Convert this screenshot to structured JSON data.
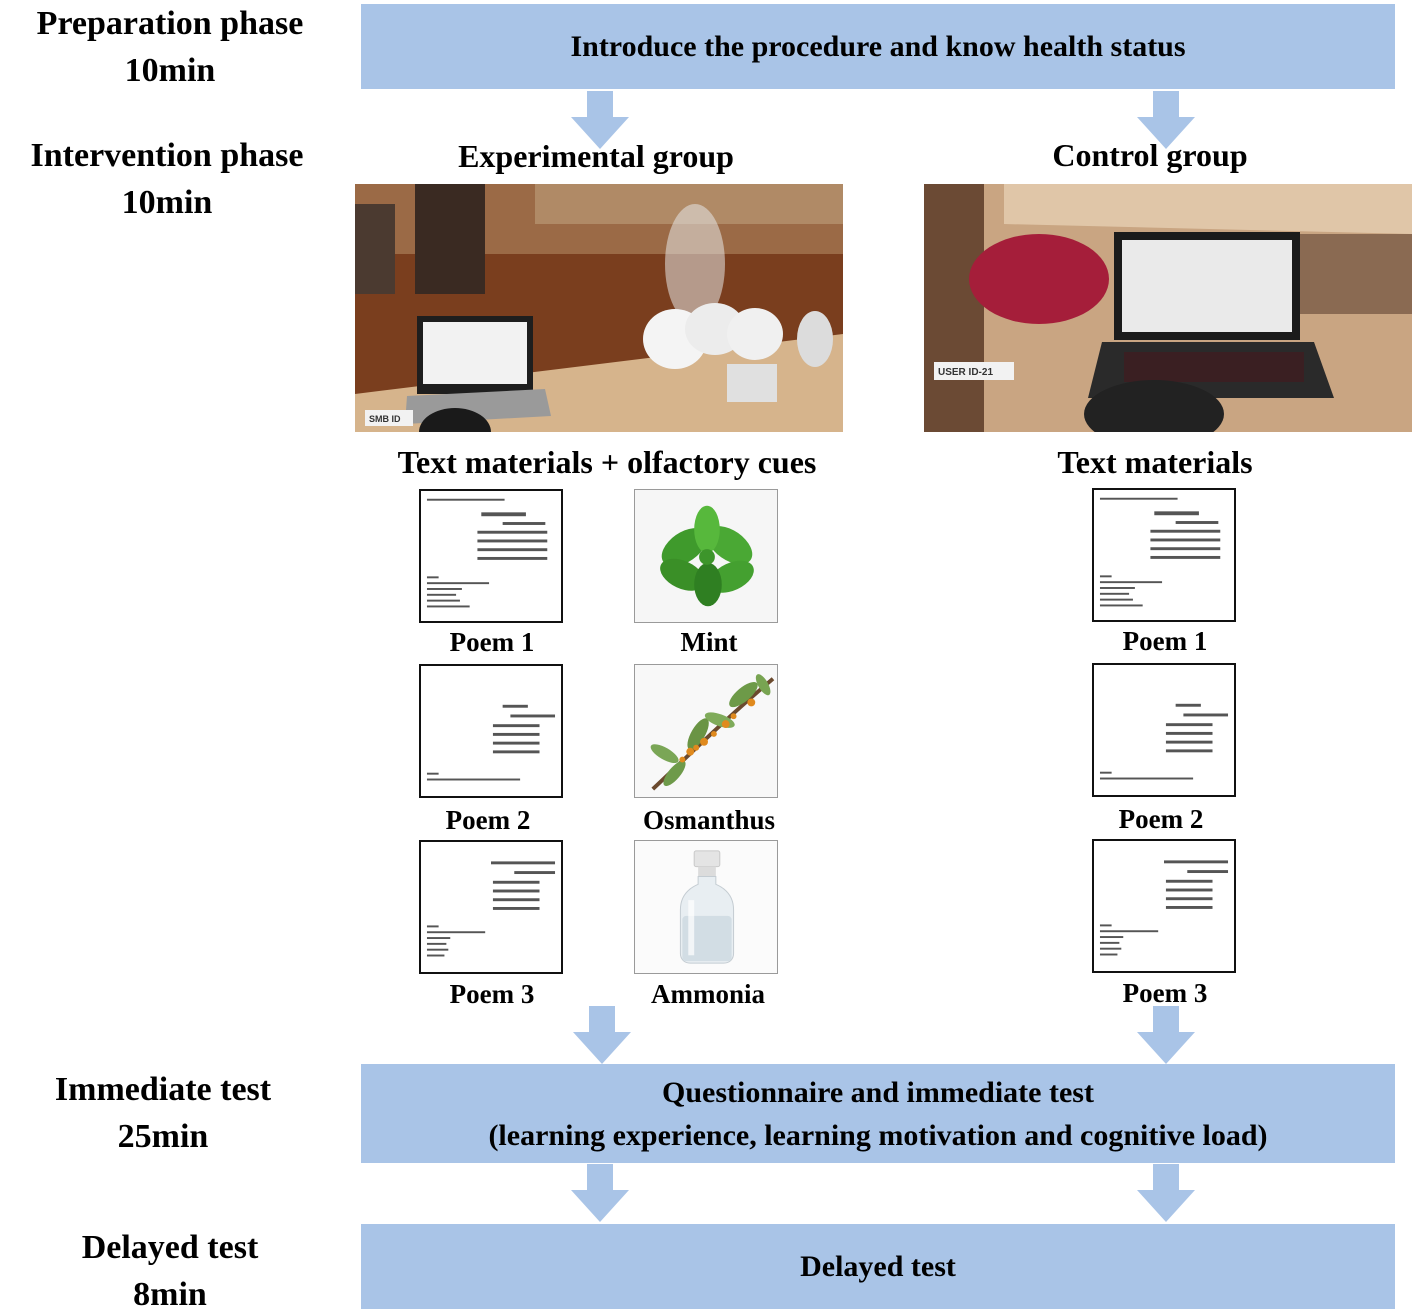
{
  "phases": {
    "preparation": {
      "name": "Preparation phase",
      "duration": "10min"
    },
    "intervention": {
      "name": "Intervention phase",
      "duration": "10min"
    },
    "immediate": {
      "name": "Immediate test",
      "duration": "25min"
    },
    "delayed": {
      "name": "Delayed test",
      "duration": "8min"
    }
  },
  "boxes": {
    "preparation": "Introduce the procedure and know health status",
    "immediate_line1": "Questionnaire and immediate test",
    "immediate_line2": "(learning experience, learning motivation and cognitive load)",
    "delayed": "Delayed test"
  },
  "groups": {
    "experimental": {
      "title": "Experimental group",
      "materials": "Text materials + olfactory cues",
      "poems": [
        "Poem 1",
        "Poem 2",
        "Poem 3"
      ],
      "scents": [
        "Mint",
        "Osmanthus",
        "Ammonia"
      ]
    },
    "control": {
      "title": "Control group",
      "materials": "Text materials",
      "poems": [
        "Poem 1",
        "Poem 2",
        "Poem 3"
      ]
    }
  },
  "photo_labels": {
    "experimental": "SMB ID",
    "control": "USER ID-21"
  },
  "colors": {
    "box_fill": "#a9c4e7",
    "arrow_fill": "#a9c4e7",
    "text": "#000000"
  },
  "icons": {
    "flow_arrow": "down-arrow-icon",
    "mint": "mint-leaf-icon",
    "osmanthus": "osmanthus-branch-icon",
    "ammonia": "ammonia-bottle-icon"
  }
}
